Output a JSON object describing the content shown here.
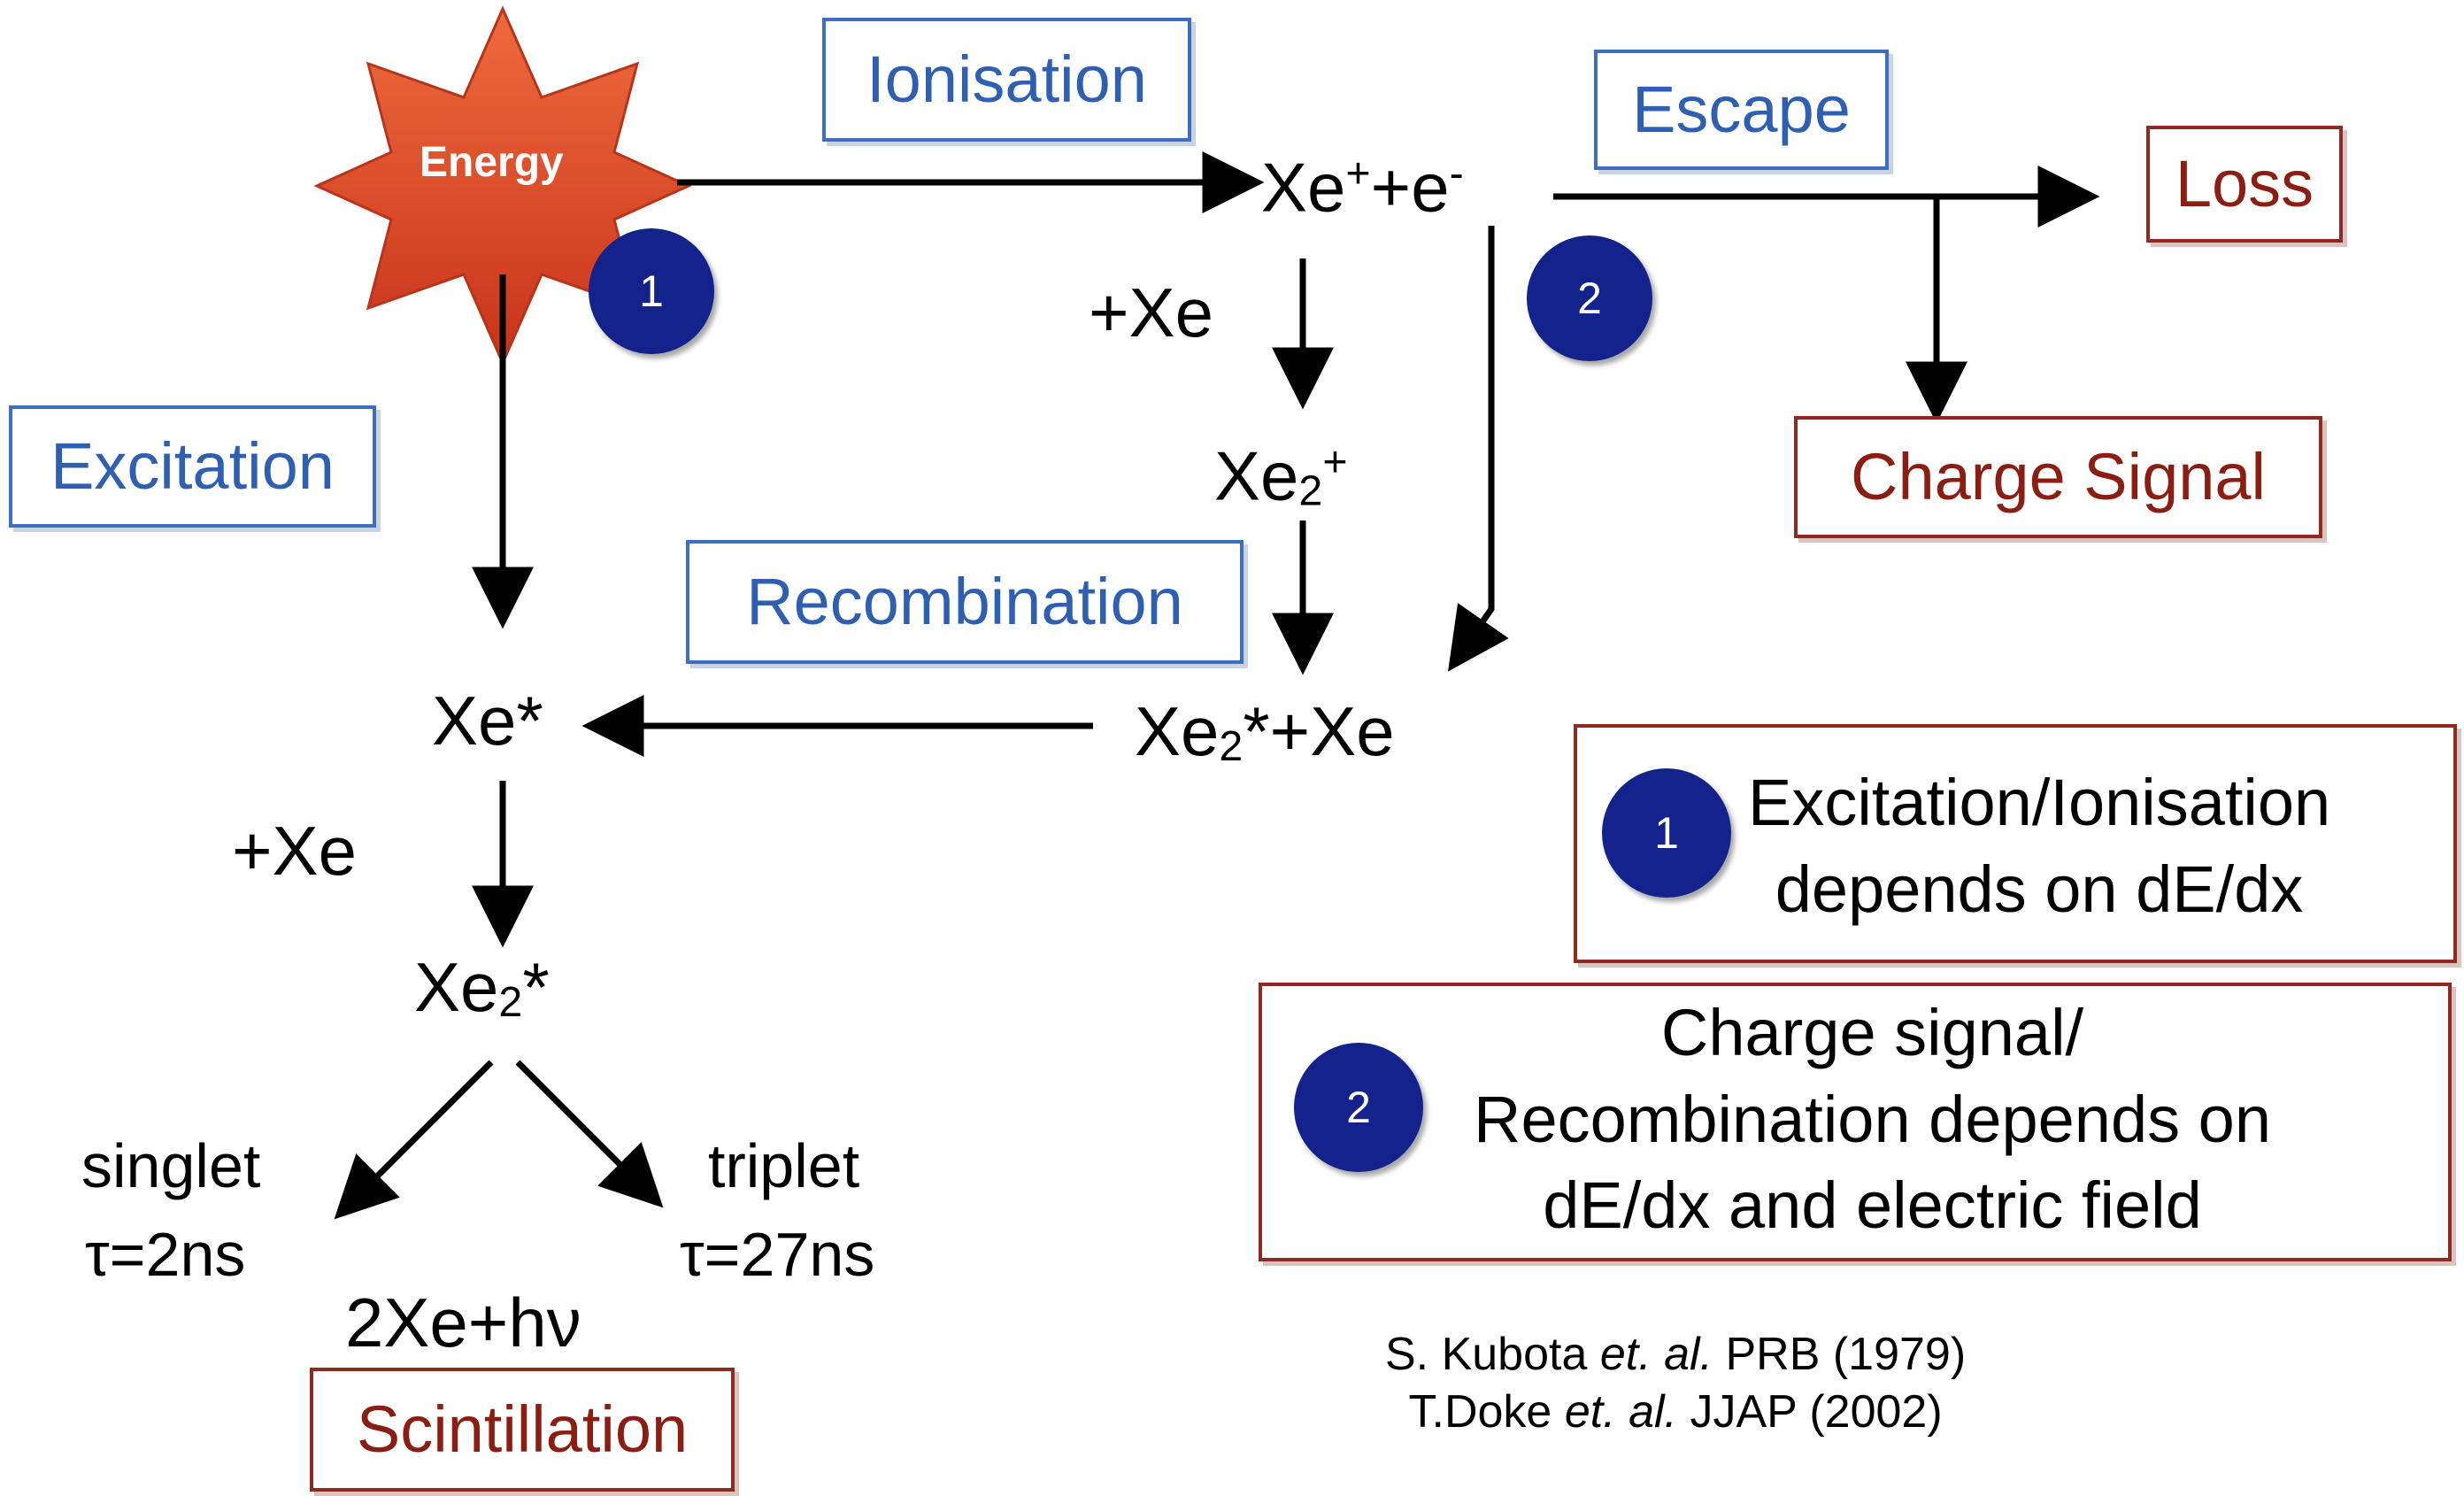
{
  "energy": {
    "label": "Energy"
  },
  "process_labels": {
    "ionisation": "Ionisation",
    "escape": "Escape",
    "excitation": "Excitation",
    "recombination": "Recombination"
  },
  "outcome_labels": {
    "loss": "Loss",
    "charge_signal": "Charge Signal",
    "scintillation": "Scintillation"
  },
  "species": {
    "ion_pair": {
      "a": "Xe",
      "a_sup": "+",
      "b": "+e",
      "b_sup": "-"
    },
    "plus_xe_ion": "+Xe",
    "xe2_plus": {
      "base": "Xe",
      "sub": "2",
      "sup": "+"
    },
    "xe2_star_xe": {
      "base": "Xe",
      "sub": "2",
      "tail": "*+Xe"
    },
    "xe_star": "Xe*",
    "plus_xe_excitation": "+Xe",
    "xe2_star": {
      "base": "Xe",
      "sub": "2",
      "tail": "*"
    },
    "singlet": "singlet",
    "singlet_tau": "τ=2ns",
    "triplet": "triplet",
    "triplet_tau": "τ=27ns",
    "photon": "2Xe+hν"
  },
  "markers": {
    "one": "1",
    "two": "2"
  },
  "notes": {
    "one": {
      "marker": "1",
      "line1": "Excitation/Ionisation",
      "line2": "depends on dE/dx"
    },
    "two": {
      "marker": "2",
      "line1": "Charge signal/",
      "line2": "Recombination depends on",
      "line3": "dE/dx and electric field"
    }
  },
  "citations": {
    "kubota": {
      "authors": "S. Kubota",
      "etal": "et. al.",
      "journal": "PRB (1979)"
    },
    "doke": {
      "authors": "T.Doke",
      "etal": "et. al.",
      "journal": "JJAP (2002)"
    }
  },
  "colors": {
    "process_blue": "#2f5fb3",
    "outcome_red": "#8b1d12",
    "marker_navy": "#14238c",
    "energy_orange": "#e0502a"
  },
  "icons": {
    "energy": "starburst-icon",
    "flow": "arrow-icon"
  }
}
